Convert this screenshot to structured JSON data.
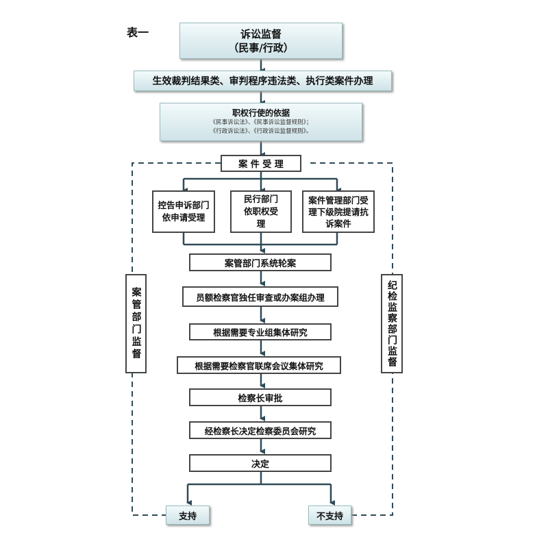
{
  "table_label": "表一",
  "top": {
    "line1": "诉讼监督",
    "line2": "（民事/行政）"
  },
  "scope": "生效裁判结果类、审判程序违法类、执行类案件办理",
  "basis": {
    "title": "职权行使的依据",
    "line1": "《民事诉讼法》、《民事诉讼监督规则》；",
    "line2": "《行政诉讼法》、《行政诉讼监督规则》。"
  },
  "accept": "案 件 受 理",
  "branches": {
    "left": "控告申诉部门依申请受理",
    "middle": "民行部门依职权受理",
    "right": "案件管理部门受理下级院提请抗诉案件"
  },
  "steps": {
    "rotate": "案管部门系统轮案",
    "handle": "员额检察官独任审查或办案组办理",
    "group": "根据需要专业组集体研究",
    "joint": "根据需要检察官联席会议集体研究",
    "chief": "检察长审批",
    "committee": "经检察长决定检察委员会研究",
    "decide": "决定"
  },
  "outcomes": {
    "support": "支持",
    "not_support": "不支持"
  },
  "side": {
    "left": "案管部门监督",
    "right": "纪检监察部门监督"
  }
}
